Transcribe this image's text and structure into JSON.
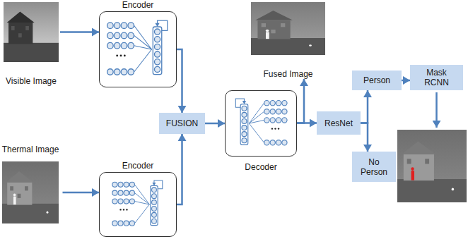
{
  "diagram": {
    "nodes": [
      {
        "text": [
          "Visible Image"
        ]
      },
      {
        "text": [
          "Encoder"
        ]
      },
      {
        "text": [
          "Fused Image"
        ]
      },
      {
        "text": [
          "FUSION"
        ]
      },
      {
        "text": [
          "Decoder"
        ]
      },
      {
        "text": [
          "ResNet"
        ]
      },
      {
        "text": [
          "Person"
        ]
      },
      {
        "text": [
          "Mask RCNN"
        ]
      },
      {
        "text": [
          "No Person"
        ]
      },
      {
        "text": [
          "Thermal Image"
        ]
      },
      {
        "text": [
          "Encoder"
        ]
      }
    ],
    "edges": [
      {
        "from": 0,
        "to": 1,
        "arrow": "to"
      },
      {
        "from": 9,
        "to": 10,
        "arrow": "to"
      },
      {
        "from": 1,
        "to": 3,
        "arrow": "to"
      },
      {
        "from": 10,
        "to": 3,
        "arrow": "to"
      },
      {
        "from": 3,
        "to": 4,
        "arrow": "to"
      },
      {
        "from": 4,
        "to": 2,
        "arrow": "to"
      },
      {
        "from": 4,
        "to": 5,
        "arrow": "to"
      },
      {
        "from": 5,
        "to": 6,
        "arrow": "to"
      },
      {
        "from": 5,
        "to": 8,
        "arrow": "to"
      },
      {
        "from": 6,
        "to": 7,
        "arrow": "to"
      }
    ]
  }
}
